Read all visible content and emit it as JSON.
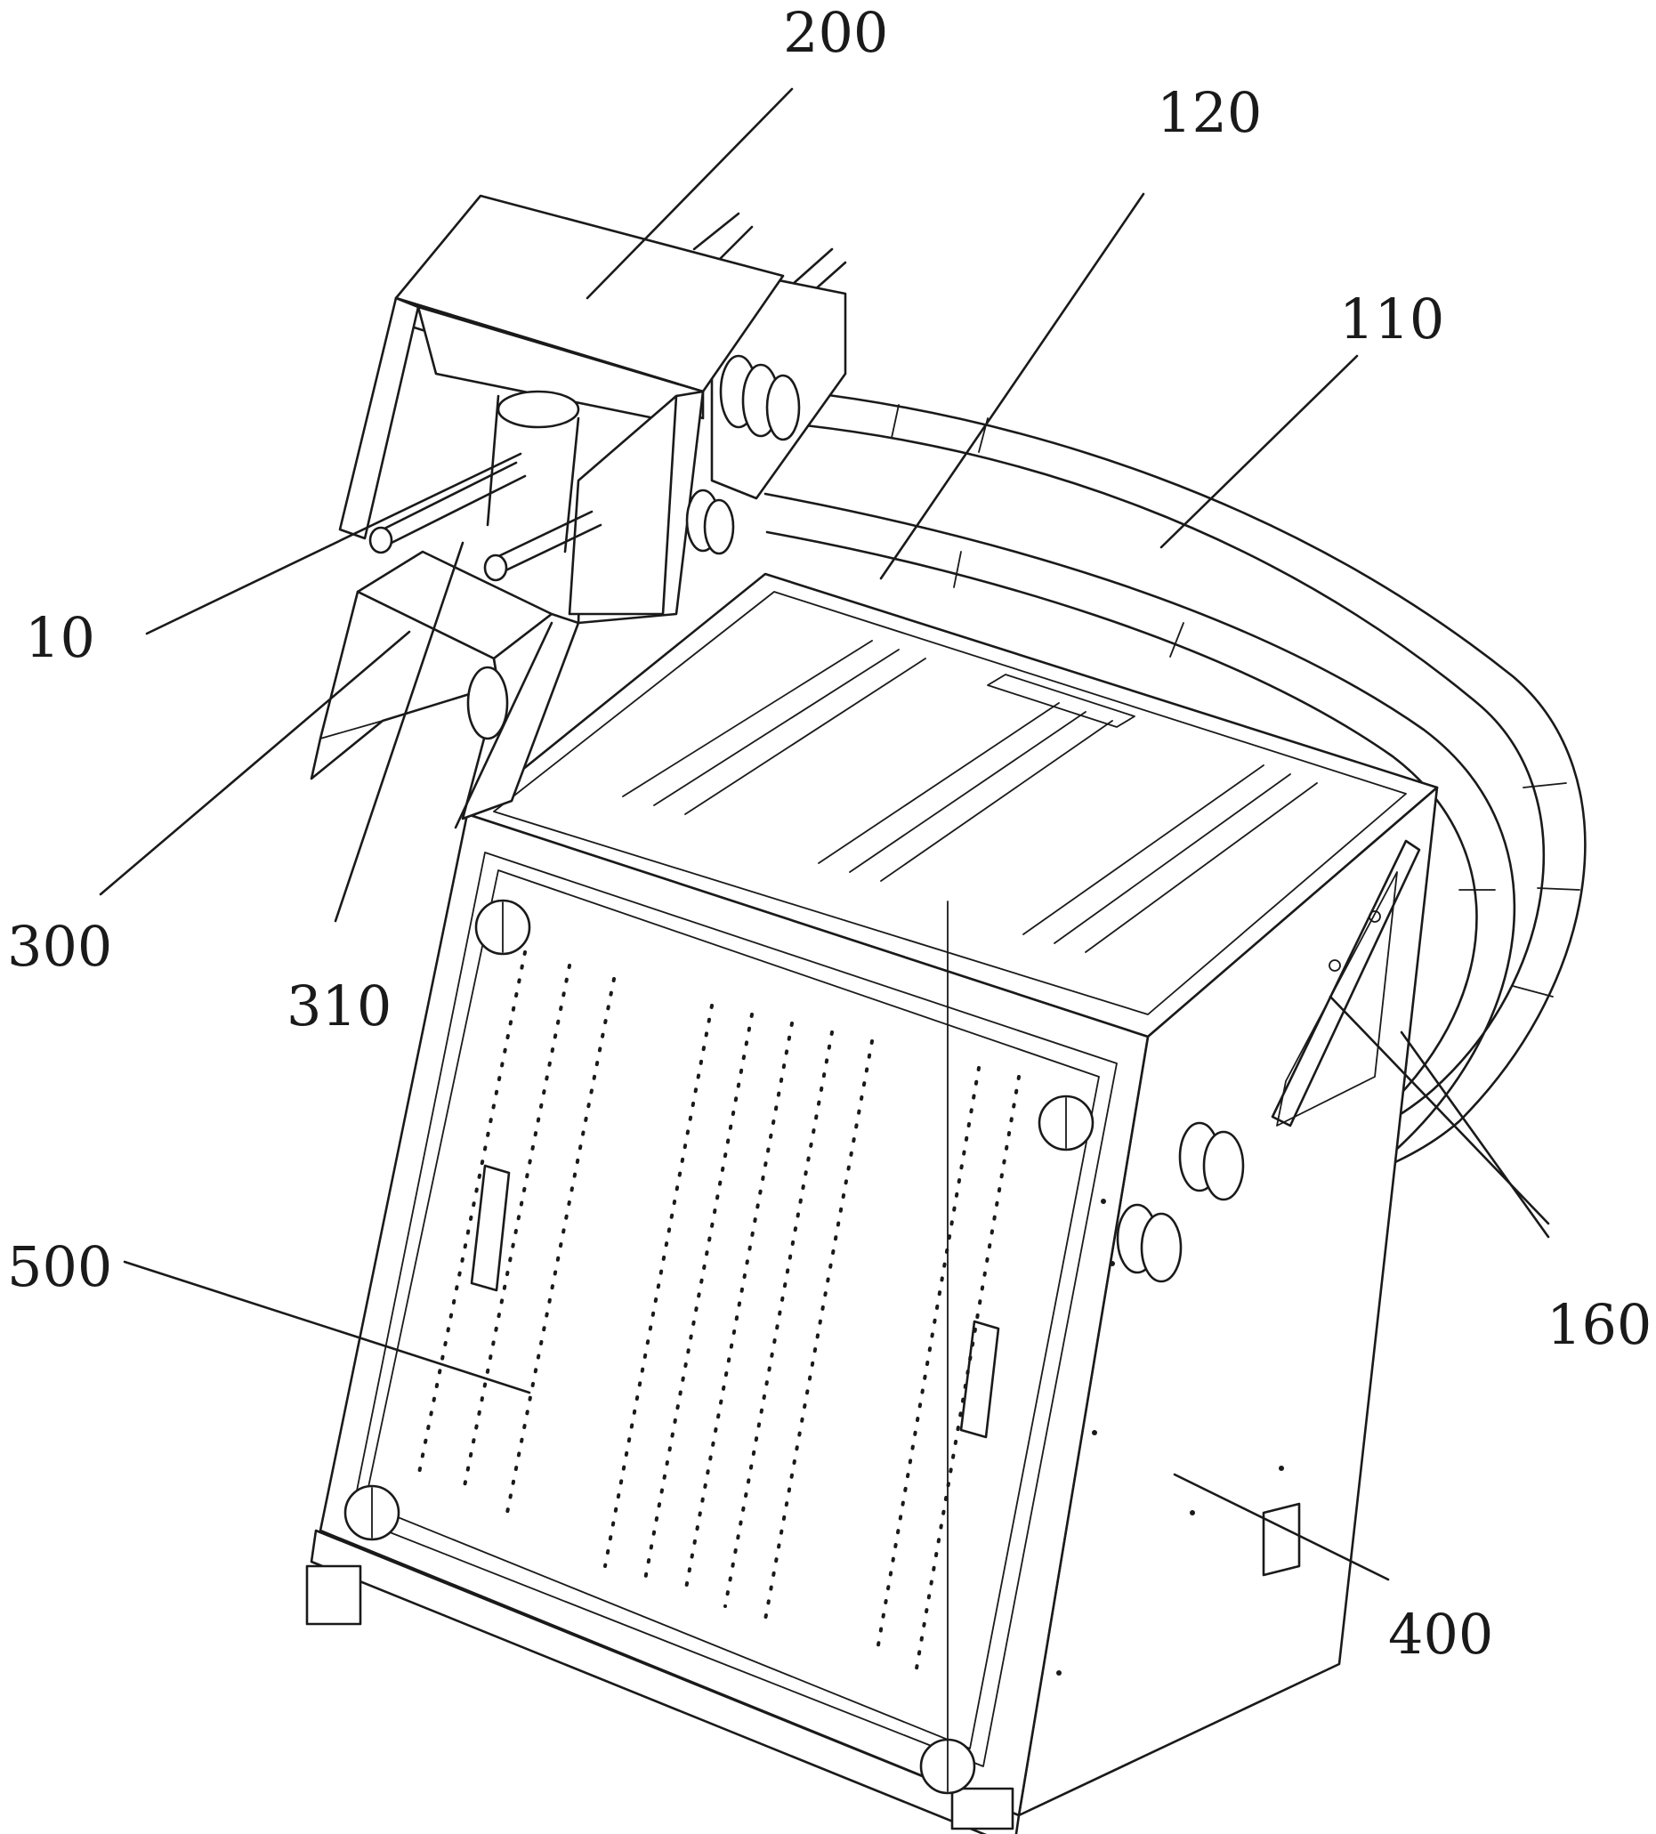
{
  "labels": {
    "l10": "10",
    "l110": "110",
    "l120": "120",
    "l160": "160",
    "l200": "200",
    "l300": "300",
    "l310": "310",
    "l400": "400",
    "l500": "500"
  },
  "colors": {
    "line": "#1a1a1a",
    "background": "#ffffff"
  }
}
